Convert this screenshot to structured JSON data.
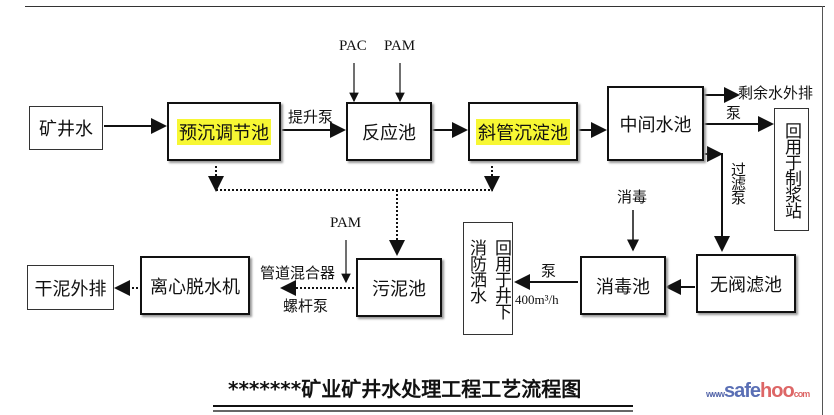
{
  "diagram": {
    "title": "*******矿业矿井水处理工程工艺流程图",
    "nodes": {
      "mine_water": "矿井水",
      "pre_settle": "预沉调节池",
      "reaction": "反应池",
      "inclined_tube": "斜管沉淀池",
      "middle_pool": "中间水池",
      "reuse_slurry": "回用于制浆站",
      "valveless_filter": "无阀滤池",
      "disinfection": "消毒池",
      "reuse_underground": "回用于井下",
      "fire_sprinkle": "消防洒水",
      "sludge_pool": "污泥池",
      "centrifuge": "离心脱水机",
      "dry_sludge": "干泥外排"
    },
    "labels": {
      "pac": "PAC",
      "pam_top": "PAM",
      "lift_pump": "提升泵",
      "surplus_out": "剩余水外排",
      "pump_right": "泵",
      "filter_pump": "过滤泵",
      "disinfect": "消毒",
      "pump_bottom": "泵",
      "flow_rate": "400m³/h",
      "pam_bottom": "PAM",
      "pipe_mixer": "管道混合器",
      "screw_pump": "螺杆泵"
    },
    "highlight_color": "#f7f733"
  },
  "watermark": {
    "prefix": "www",
    "brand_a": "safe",
    "brand_b": "hoo",
    "suffix": "com"
  }
}
